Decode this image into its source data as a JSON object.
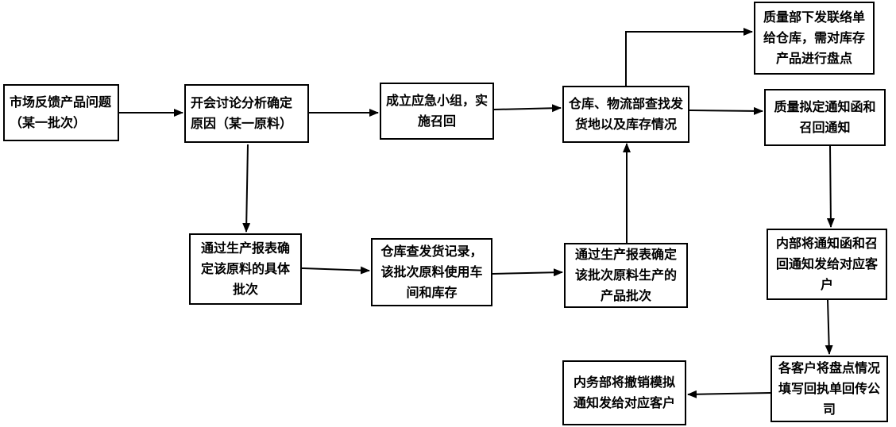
{
  "nodes": {
    "n1": "市场反馈产品问题（某一批次）",
    "n2": "开会讨论分析确定原因（某一原料）",
    "n3": "成立应急小组，实施召回",
    "n4": "仓库、物流部查找发货地以及库存情况",
    "n5": "质量部下发联络单给仓库，需对库存产品进行盘点",
    "n6": "质量拟定通知函和召回通知",
    "n7": "通过生产报表确定该原料的具体批次",
    "n8": "仓库查发货记录，该批次原料使用车间和库存",
    "n9": "通过生产报表确定该批次原料生产的产品批次",
    "n10": "内部将通知函和召回通知发给对应客户",
    "n11": "各客户将盘点情况填写回执单回传公司",
    "n12": "内务部将撤销模拟通知发给对应客户"
  }
}
